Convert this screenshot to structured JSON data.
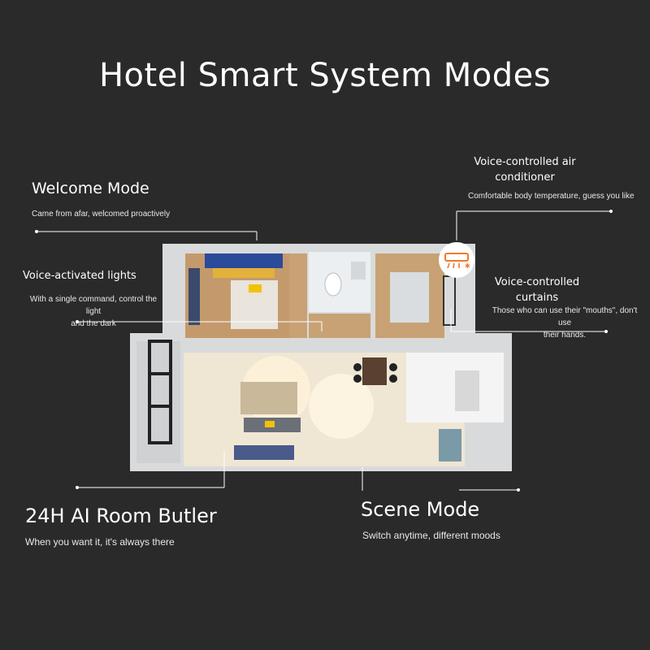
{
  "title": "Hotel Smart System Modes",
  "callouts": {
    "welcome": {
      "heading": "Welcome Mode",
      "desc": "Came from afar, welcomed proactively"
    },
    "lights": {
      "heading": "Voice-activated lights",
      "desc_line1": "With a single command, control the light",
      "desc_line2": "and the dark"
    },
    "aircon": {
      "heading_line1": "Voice-controlled air",
      "heading_line2": "conditioner",
      "desc": "Comfortable body temperature, guess you like"
    },
    "curtains": {
      "heading_line1": "Voice-controlled",
      "heading_line2": "curtains",
      "desc_line1": "Those who can use their \"mouths\", don't use",
      "desc_line2": "their hands."
    },
    "butler": {
      "heading": "24H AI Room Butler",
      "desc": "When you want it, it's always there"
    },
    "scene": {
      "heading": "Scene Mode",
      "desc": "Switch anytime, different moods"
    }
  },
  "icons": {
    "aircon": "air-conditioner-icon"
  },
  "colors": {
    "background": "#2a2a2a",
    "accent": "#f07a2a",
    "text": "#ffffff"
  }
}
